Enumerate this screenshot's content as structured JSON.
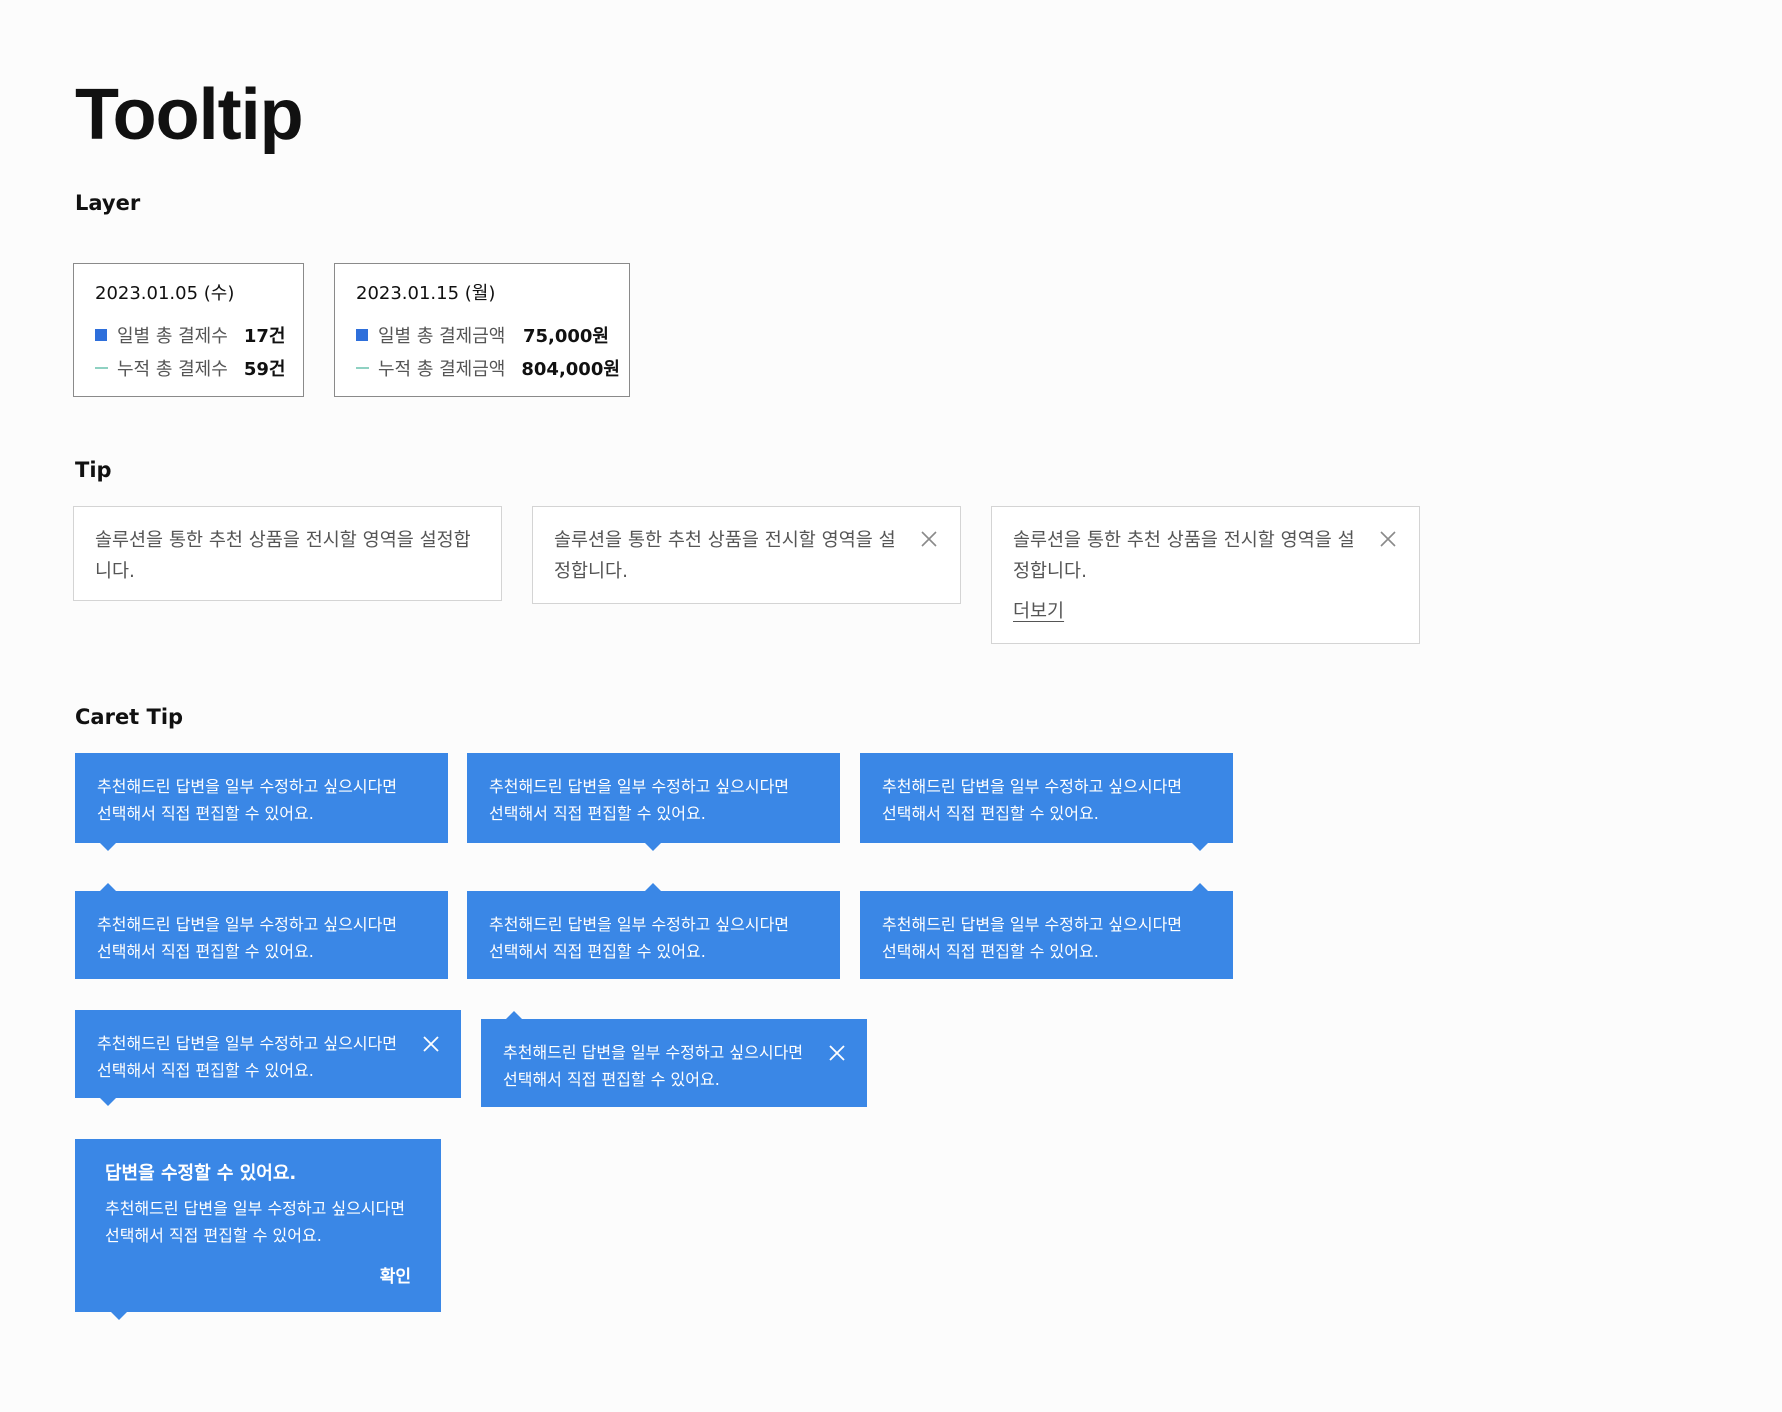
{
  "page": {
    "title": "Tooltip"
  },
  "colors": {
    "accent": "#3a87e6",
    "legend_daily": "#2e6fdb",
    "legend_cumulative": "#8fd1c2"
  },
  "icons": {
    "close": "close-icon"
  },
  "layer": {
    "title": "Layer",
    "cards": [
      {
        "date": "2023.01.05 (수)",
        "rows": [
          {
            "marker": "square",
            "label": "일별 총 결제수",
            "value": "17건"
          },
          {
            "marker": "line",
            "label": "누적 총 결제수",
            "value": "59건"
          }
        ]
      },
      {
        "date": "2023.01.15 (월)",
        "rows": [
          {
            "marker": "square",
            "label": "일별 총 결제금액",
            "value": "75,000원"
          },
          {
            "marker": "line",
            "label": "누적 총 결제금액",
            "value": "804,000원"
          }
        ]
      }
    ]
  },
  "tip": {
    "title": "Tip",
    "basic": {
      "text": "솔루션을 통한 추천 상품을 전시할 영역을 설정합니다."
    },
    "closable": {
      "text": "솔루션을 통한 추천 상품을 전시할 영역을 설정합니다."
    },
    "with_link": {
      "text": "솔루션을 통한 추천 상품을 전시할 영역을 설정합니다.",
      "link": "더보기"
    }
  },
  "caret_tip": {
    "title": "Caret Tip",
    "line1": "추천해드린 답변을 일부 수정하고 싶으시다면",
    "line2": "선택해서 직접 편집할 수 있어요.",
    "rich": {
      "heading": "답변을 수정할 수 있어요.",
      "body": "추천해드린 답변을 일부 수정하고 싶으시다면 선택해서 직접 편집할 수 있어요.",
      "confirm": "확인"
    }
  }
}
